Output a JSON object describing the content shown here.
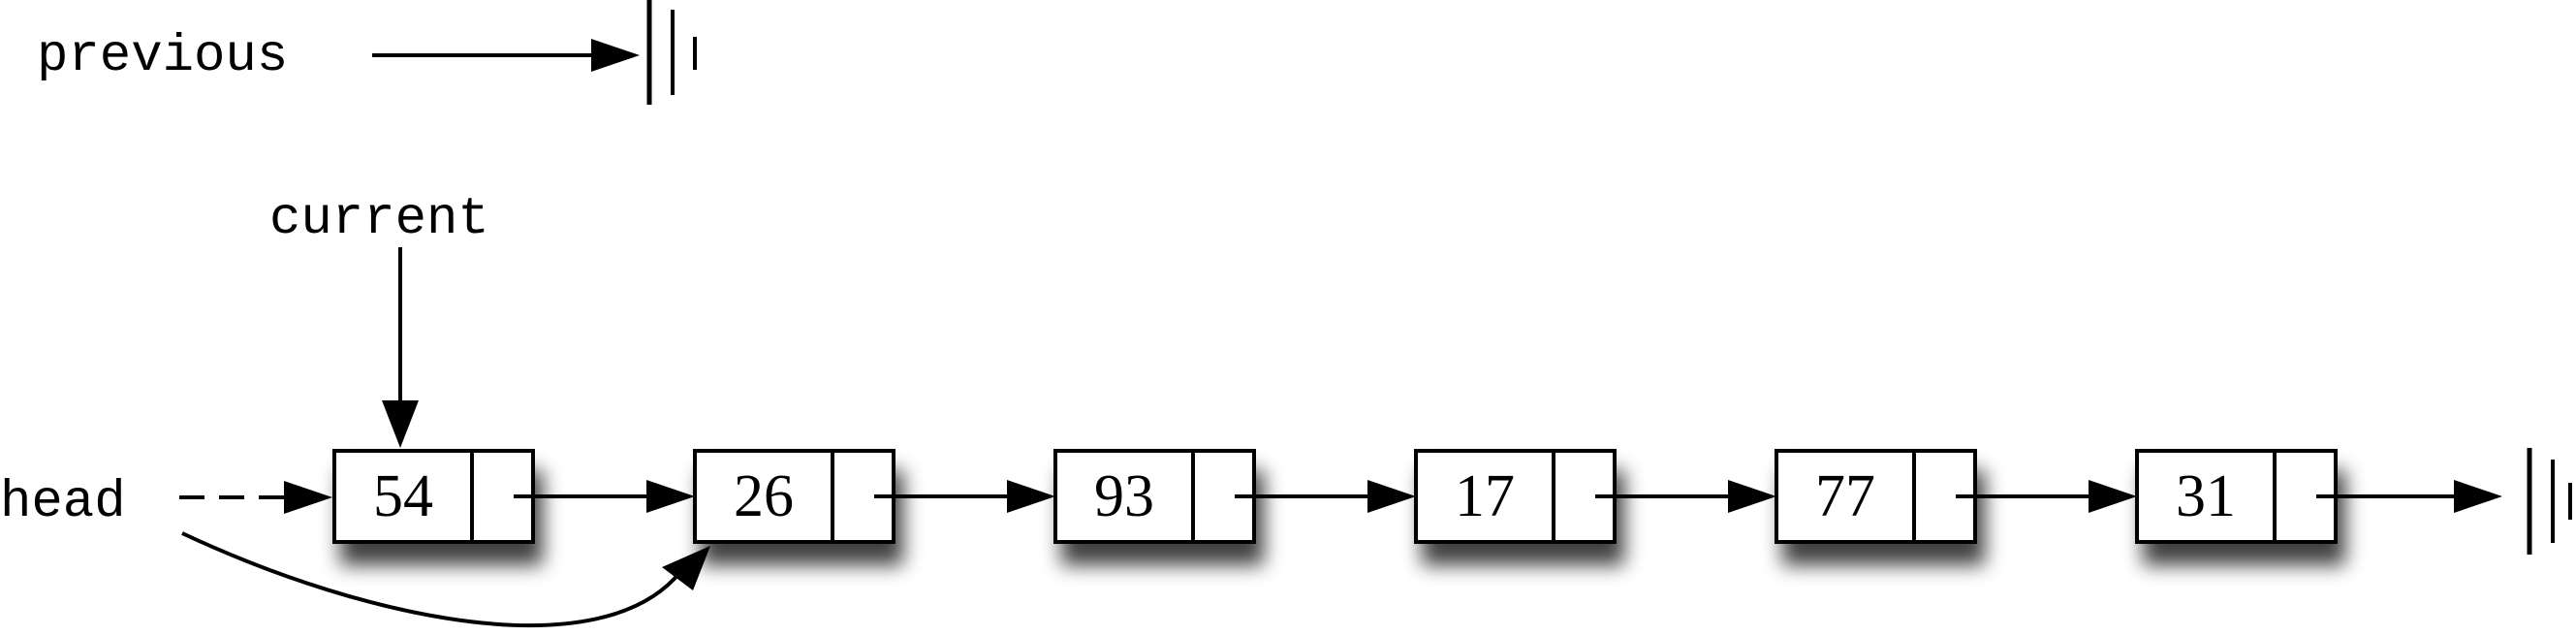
{
  "labels": {
    "previous": "previous",
    "current": "current",
    "head": "head"
  },
  "nodes": [
    {
      "value": "54"
    },
    {
      "value": "26"
    },
    {
      "value": "93"
    },
    {
      "value": "17"
    },
    {
      "value": "77"
    },
    {
      "value": "31"
    }
  ],
  "colors": {
    "line": "#000000",
    "box_fill": "#ffffff",
    "shadow": "#000000"
  }
}
